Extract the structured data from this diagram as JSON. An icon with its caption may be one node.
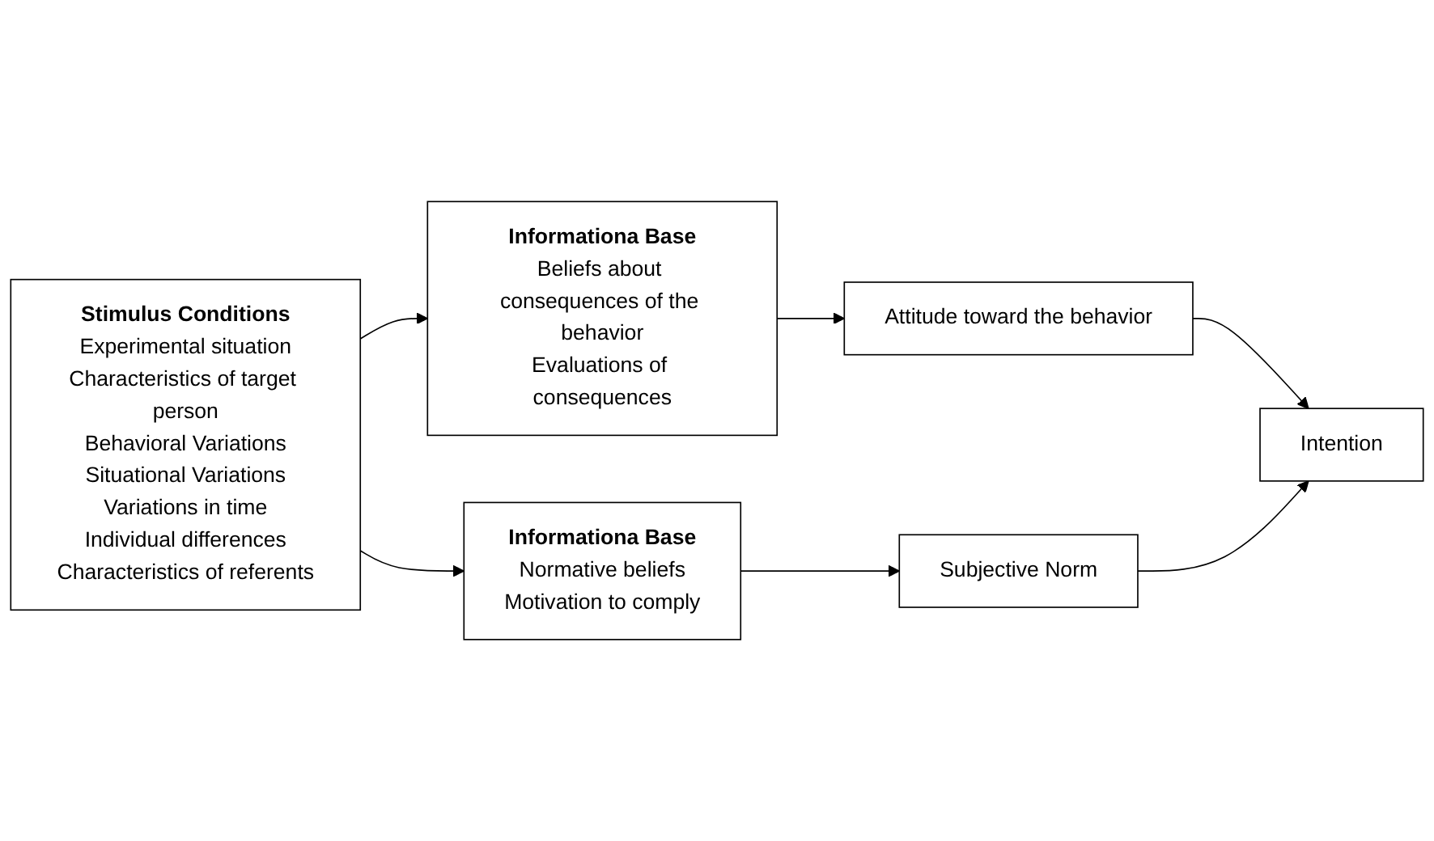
{
  "diagram": {
    "nodes": [
      {
        "text": [
          "Stimulus Conditions",
          "Experimental situation",
          "Characteristics of target person",
          "Behavioral Variations",
          "Situational Variations",
          "Variations in time",
          "Individual differences",
          "Characteristics of referents"
        ]
      },
      {
        "text": [
          "Informationa Base",
          "Beliefs about consequences of the behavior",
          "Evaluations of consequences"
        ]
      },
      {
        "text": [
          "Attitude toward the behavior"
        ]
      },
      {
        "text": [
          "Intention"
        ]
      },
      {
        "text": [
          "Informationa Base",
          "Normative beliefs",
          "Motivation to comply"
        ]
      },
      {
        "text": [
          "Subjective Norm"
        ]
      }
    ],
    "edges": [
      {
        "from": 0,
        "to": 1,
        "arrow": "to"
      },
      {
        "from": 1,
        "to": 2,
        "arrow": "to"
      },
      {
        "from": 2,
        "to": 3,
        "arrow": "to"
      },
      {
        "from": 0,
        "to": 4,
        "arrow": "to"
      },
      {
        "from": 4,
        "to": 5,
        "arrow": "to"
      },
      {
        "from": 5,
        "to": 3,
        "arrow": "to"
      }
    ]
  }
}
